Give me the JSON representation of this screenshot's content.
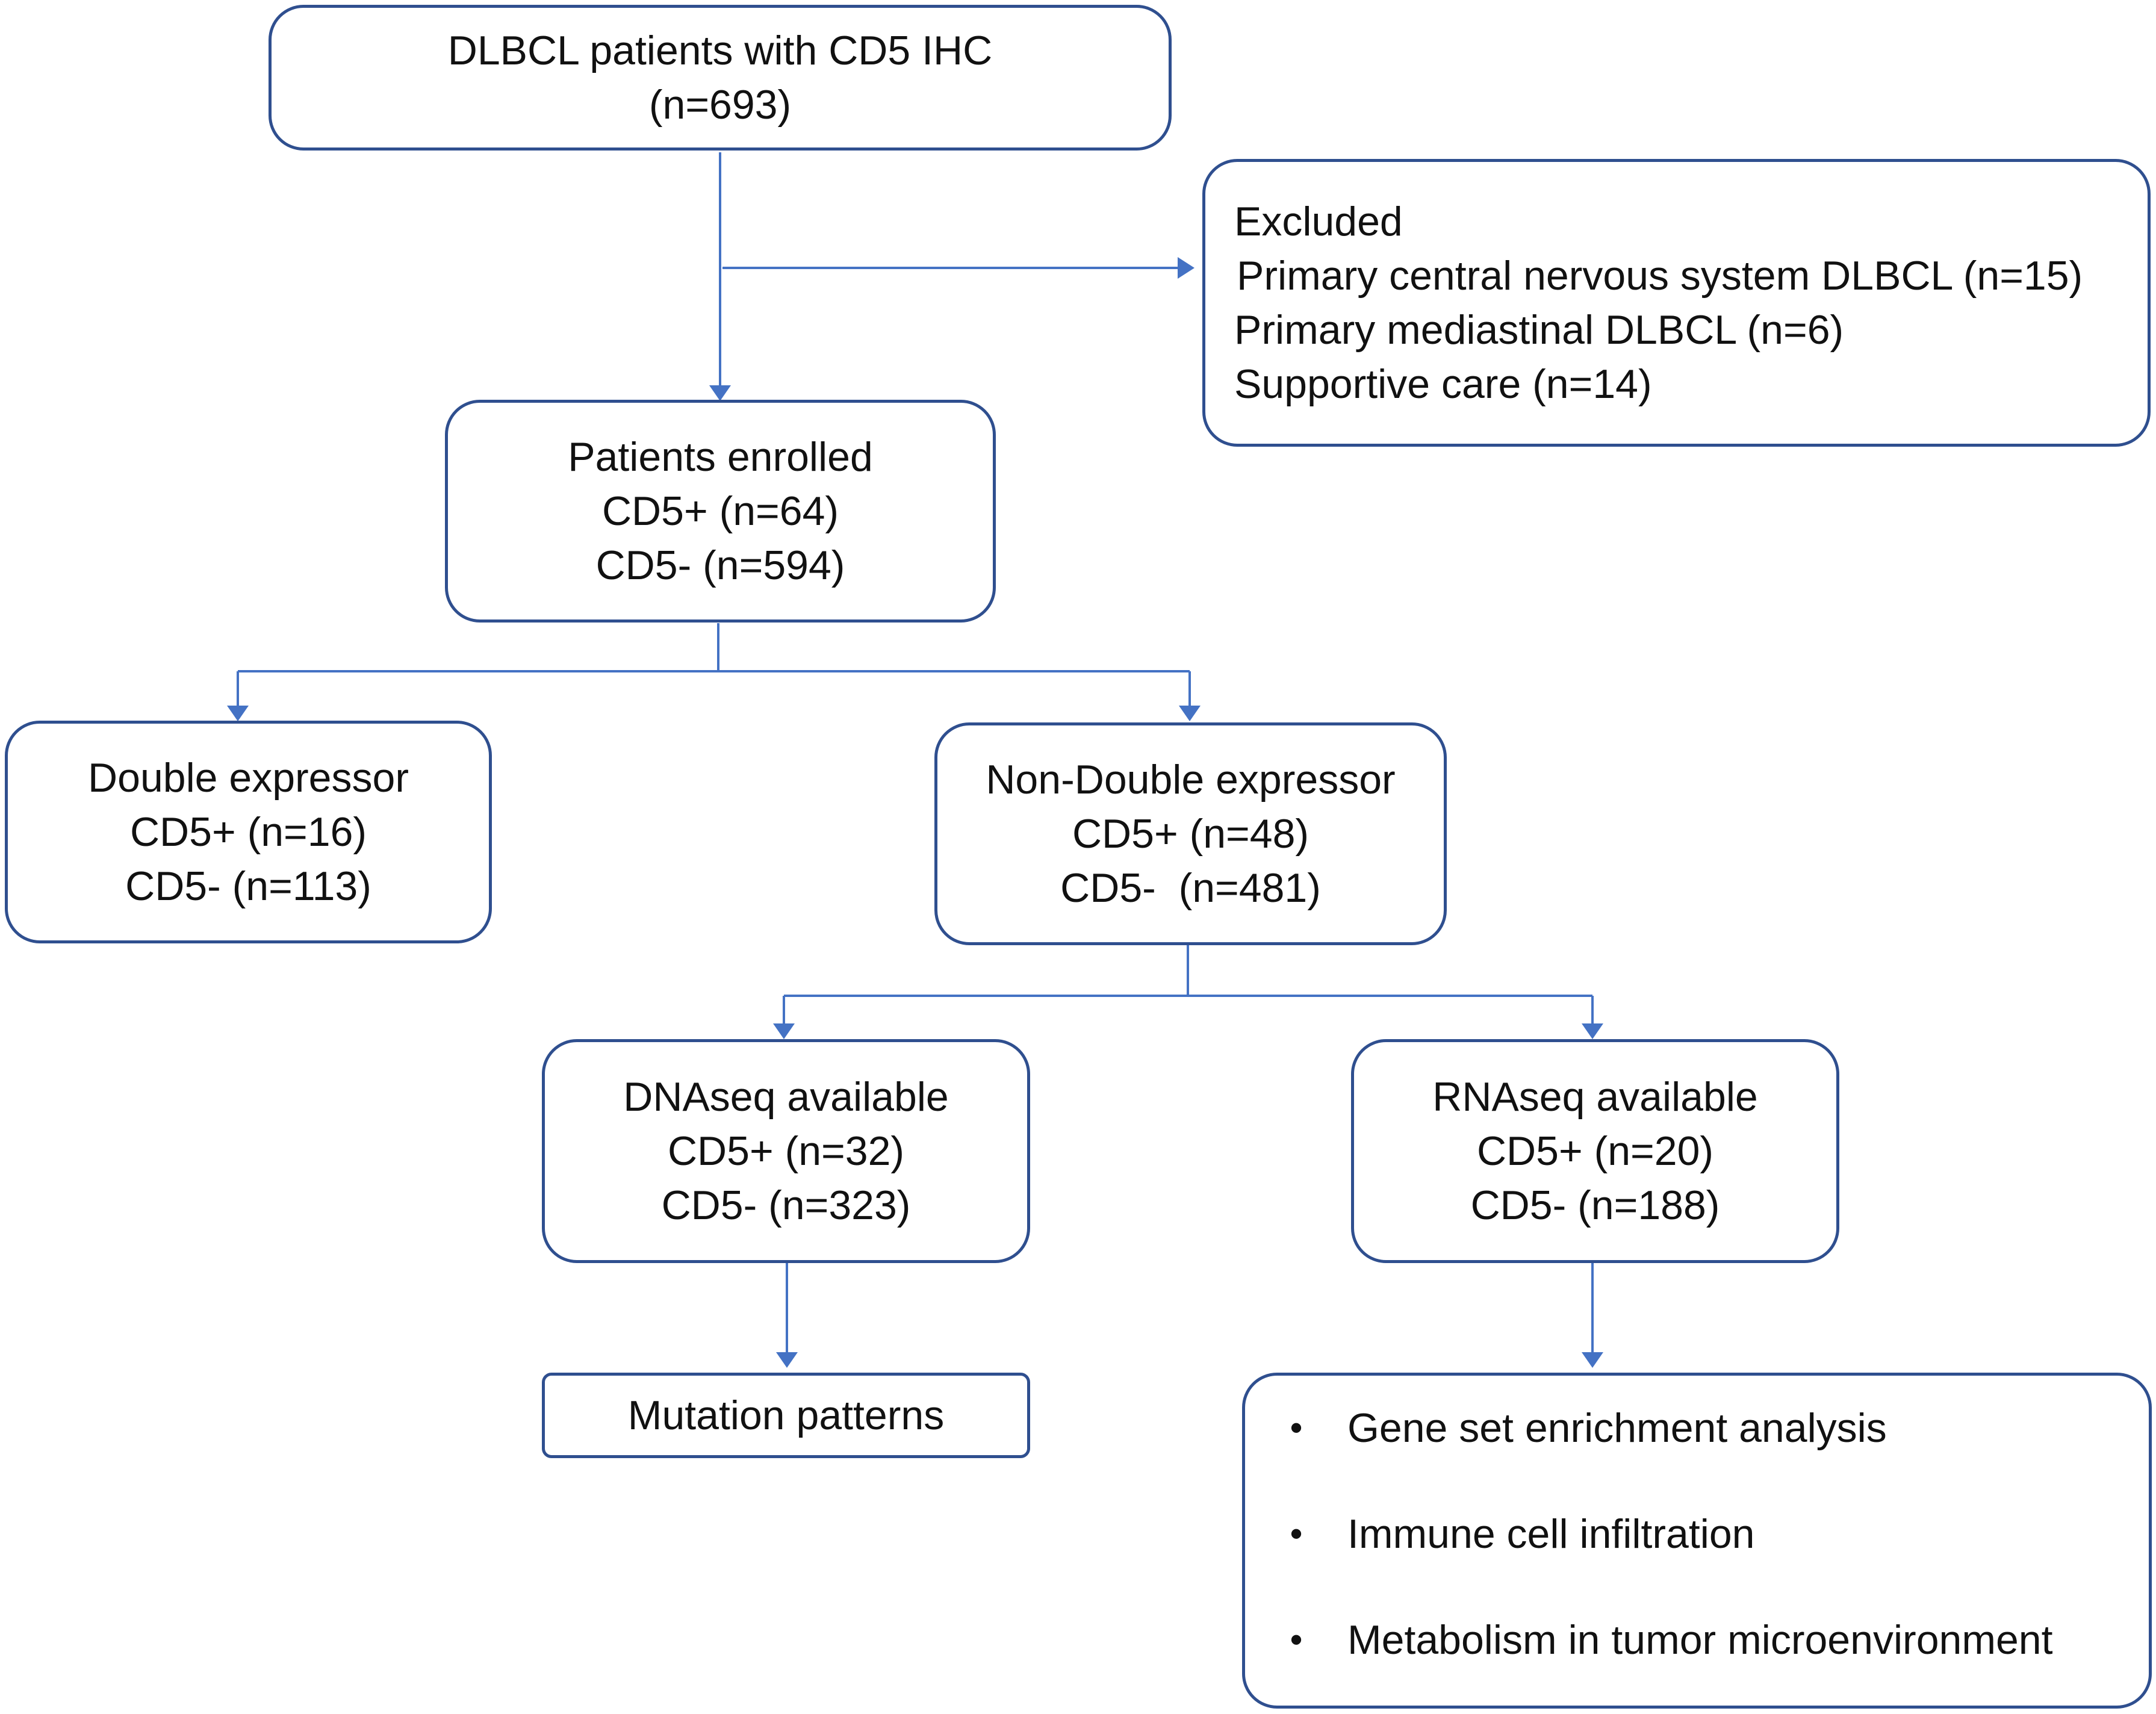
{
  "top": {
    "line1": "DLBCL patients with CD5 IHC",
    "line2": "(n=693)"
  },
  "excluded": {
    "title": "Excluded",
    "items": [
      "Primary central nervous system DLBCL (n=15)",
      "Primary mediastinal DLBCL (n=6)",
      "Supportive care (n=14)"
    ]
  },
  "enrolled": {
    "line1": "Patients enrolled",
    "line2": "CD5+ (n=64)",
    "line3": "CD5- (n=594)"
  },
  "double": {
    "line1": "Double expressor",
    "line2": "CD5+ (n=16)",
    "line3": "CD5- (n=113)"
  },
  "nondouble": {
    "line1": "Non-Double expressor",
    "line2": "CD5+ (n=48)",
    "line3": "CD5-  (n=481)"
  },
  "dnaseq": {
    "line1": "DNAseq available",
    "line2": "CD5+ (n=32)",
    "line3": "CD5- (n=323)"
  },
  "rnaseq": {
    "line1": "RNAseq available",
    "line2": "CD5+ (n=20)",
    "line3": "CD5- (n=188)"
  },
  "mutation": {
    "label": "Mutation patterns"
  },
  "analyses": {
    "bullet": "•",
    "items": [
      "Gene set enrichment analysis",
      "Immune cell infiltration",
      "Metabolism in tumor microenvironment"
    ]
  },
  "colors": {
    "border": "#2f4f8f",
    "connector": "#4472c4"
  }
}
